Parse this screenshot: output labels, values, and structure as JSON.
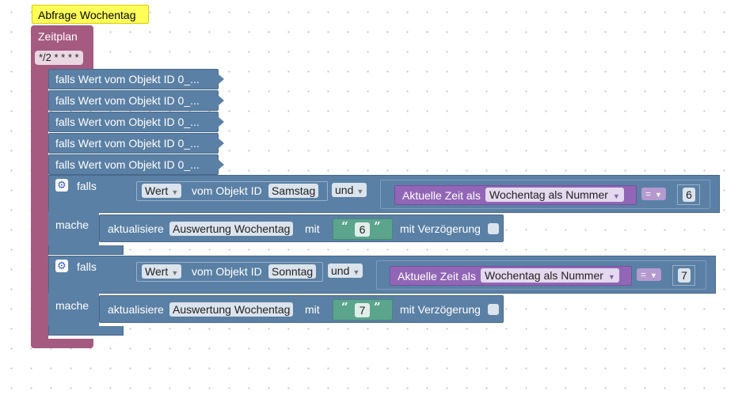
{
  "comment": "Abfrage Wochentag",
  "schedule": {
    "title": "Zeitplan",
    "cron": "*/2 * * * *"
  },
  "triggers": [
    {
      "label": "falls Wert vom Objekt ID 0_..."
    },
    {
      "label": "falls Wert vom Objekt ID 0_..."
    },
    {
      "label": "falls Wert vom Objekt ID 0_..."
    },
    {
      "label": "falls Wert vom Objekt ID 0_..."
    },
    {
      "label": "falls Wert vom Objekt ID 0_..."
    }
  ],
  "if_blocks": [
    {
      "falls": "falls",
      "mache": "mache",
      "value_dd": "Wert",
      "vom_objekt": "vom Objekt ID",
      "object": "Samstag",
      "logic_dd": "und",
      "time_label": "Aktuelle Zeit als",
      "time_dd": "Wochentag als Nummer",
      "cmp_dd": "=",
      "number": "6",
      "action": "aktualisiere",
      "target": "Auswertung Wochentag",
      "mit": "mit",
      "text_value": "6",
      "delay_label": "mit Verzögerung"
    },
    {
      "falls": "falls",
      "mache": "mache",
      "value_dd": "Wert",
      "vom_objekt": "vom Objekt ID",
      "object": "Sonntag",
      "logic_dd": "und",
      "time_label": "Aktuelle Zeit als",
      "time_dd": "Wochentag als Nummer",
      "cmp_dd": "=",
      "number": "7",
      "action": "aktualisiere",
      "target": "Auswertung Wochentag",
      "mit": "mit",
      "text_value": "7",
      "delay_label": "mit Verzögerung"
    }
  ],
  "symbols": {
    "open_quote": "“",
    "close_quote": "”",
    "dd_arrow": "▼",
    "gear": "⚙"
  }
}
